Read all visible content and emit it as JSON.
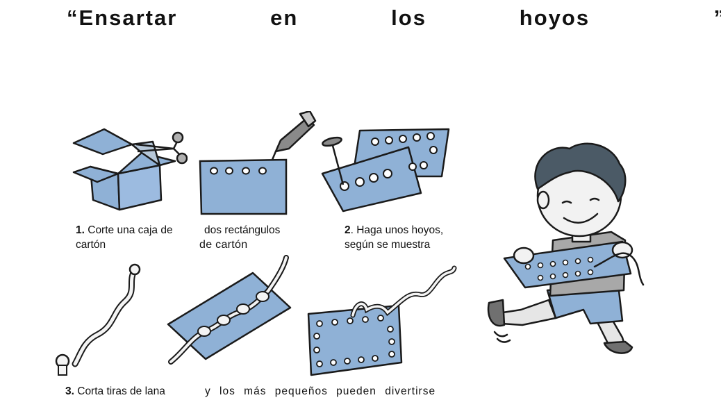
{
  "title": "“Ensartar   en   los   hoyos    ”",
  "colors": {
    "card": "#8fb1d6",
    "ink": "#1a1a1a",
    "skin": "#f2f2f2",
    "hair": "#4b5a66"
  },
  "captions": {
    "step1_num": "1.",
    "step1_text": " Corte una caja de",
    "step1_line2": "cartón",
    "middle_line1": "dos rectángulos",
    "middle_line2": "de cartón",
    "step2_num": "2",
    "step2_text": ". Haga unos hoyos,",
    "step2_line2": "según se muestra",
    "step3_num": "3.",
    "step3_text": " Corta tiras de lana",
    "bottom": "y los más pequeños pueden divertirse"
  },
  "icons": [
    "box-scissors-icon",
    "card-pen-icon",
    "card-punch-icon",
    "yarn-icon",
    "laced-card-icon",
    "laced-card-border-icon",
    "child-playing-icon"
  ]
}
